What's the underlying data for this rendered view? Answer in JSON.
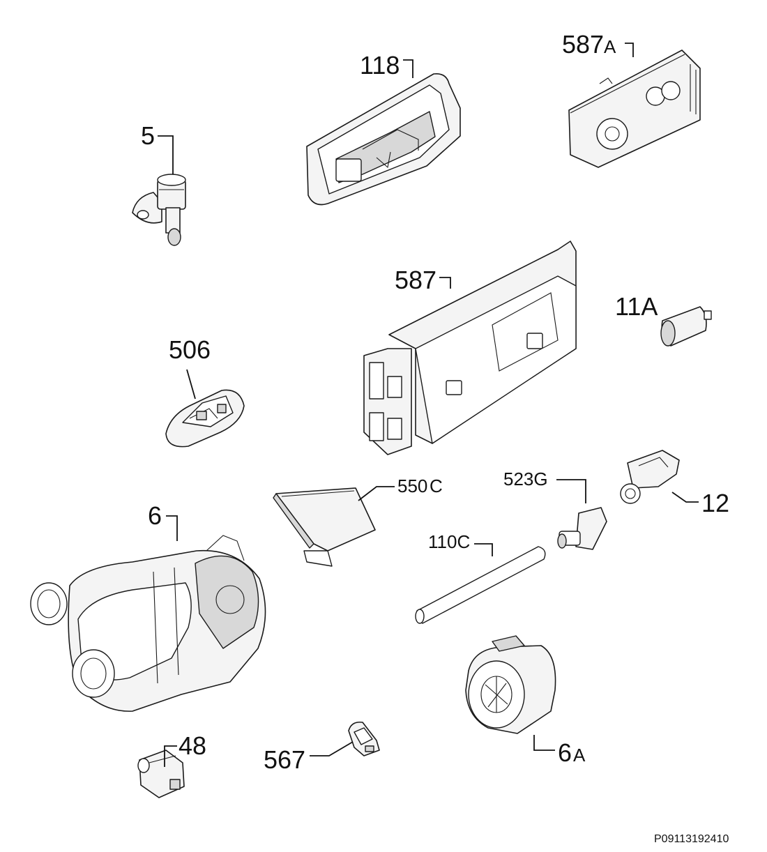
{
  "diagram": {
    "parts": [
      {
        "id": "5",
        "label": "5"
      },
      {
        "id": "118",
        "label": "118"
      },
      {
        "id": "587A",
        "label": "587",
        "suffix": "A"
      },
      {
        "id": "587",
        "label": "587"
      },
      {
        "id": "11A",
        "label": "11A"
      },
      {
        "id": "506",
        "label": "506"
      },
      {
        "id": "550C",
        "label": "550",
        "suffix": "C"
      },
      {
        "id": "523G",
        "label": "523G"
      },
      {
        "id": "12",
        "label": "12"
      },
      {
        "id": "6",
        "label": "6"
      },
      {
        "id": "110C",
        "label": "110C"
      },
      {
        "id": "6A",
        "label": "6",
        "suffix": "A"
      },
      {
        "id": "48",
        "label": "48"
      },
      {
        "id": "567",
        "label": "567"
      }
    ],
    "document_number": "P09113192410"
  }
}
